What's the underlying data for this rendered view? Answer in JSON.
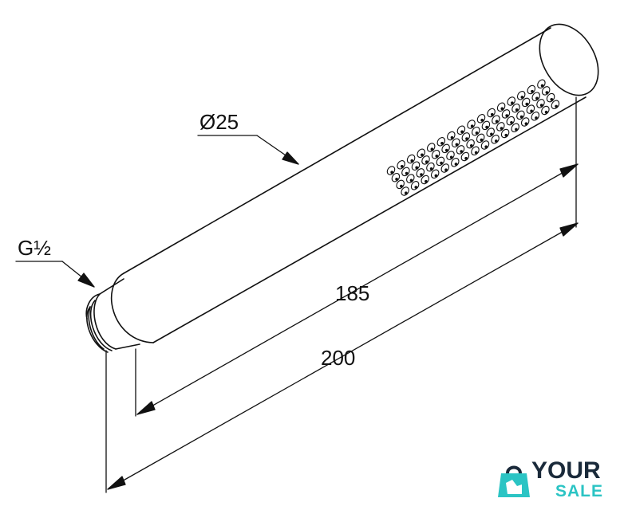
{
  "diagram": {
    "labels": {
      "diameter": "Ø25",
      "thread": "G½",
      "length_spray": "185",
      "length_total": "200"
    }
  },
  "logo": {
    "word_top": "YOUR",
    "word_bottom": "SALE",
    "icon": "shopping-bag-hand-icon",
    "colors": {
      "dark": "#1a2a3a",
      "accent": "#2bc4c4"
    }
  }
}
